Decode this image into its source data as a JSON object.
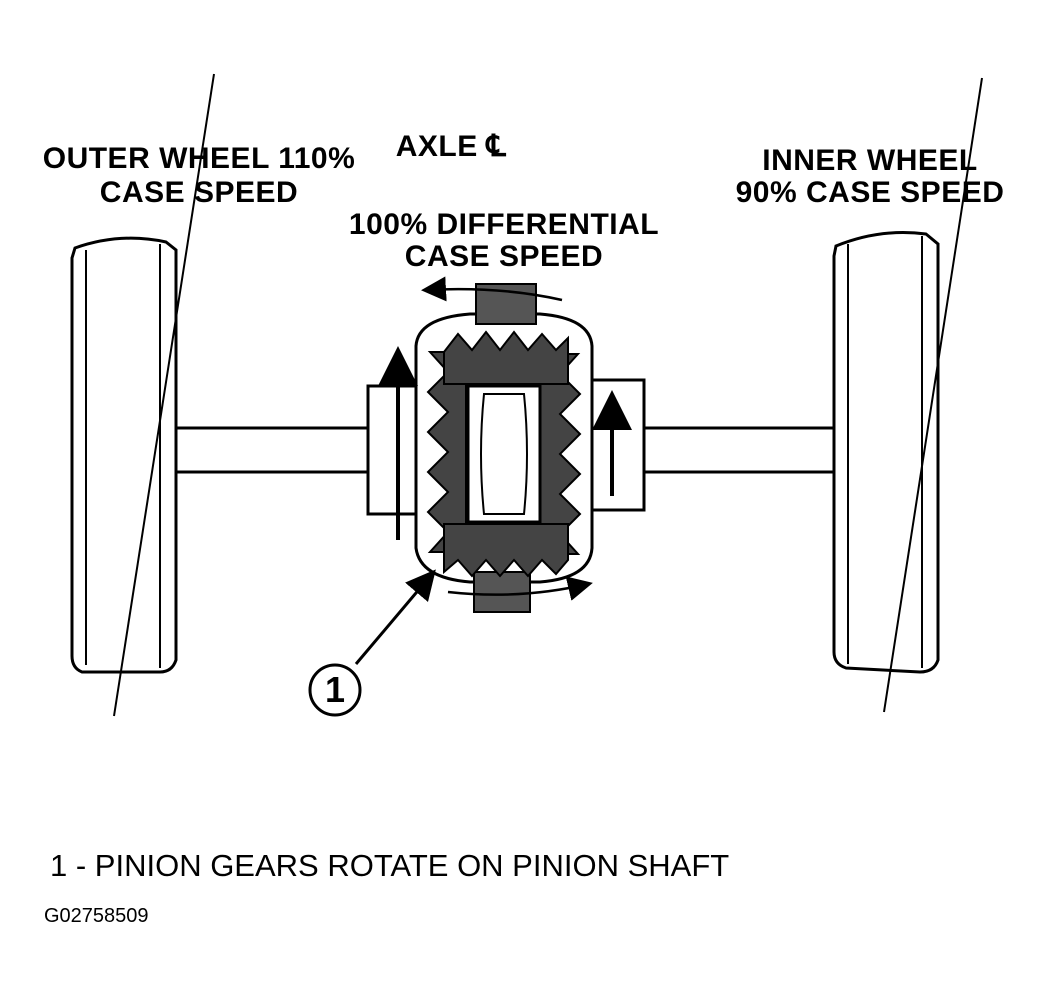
{
  "labels": {
    "outer_wheel_line1": "OUTER WHEEL 110%",
    "outer_wheel_line2": "CASE SPEED",
    "axle_centerline": "AXLE ℄",
    "differential_line1": "100% DIFFERENTIAL",
    "differential_line2": "CASE SPEED",
    "inner_wheel_line1": "INNER WHEEL",
    "inner_wheel_line2": "90% CASE SPEED"
  },
  "callout": {
    "number": "1"
  },
  "legend": {
    "item_1": "1 - PINION GEARS ROTATE ON PINION SHAFT"
  },
  "figure_id": "G02758509"
}
